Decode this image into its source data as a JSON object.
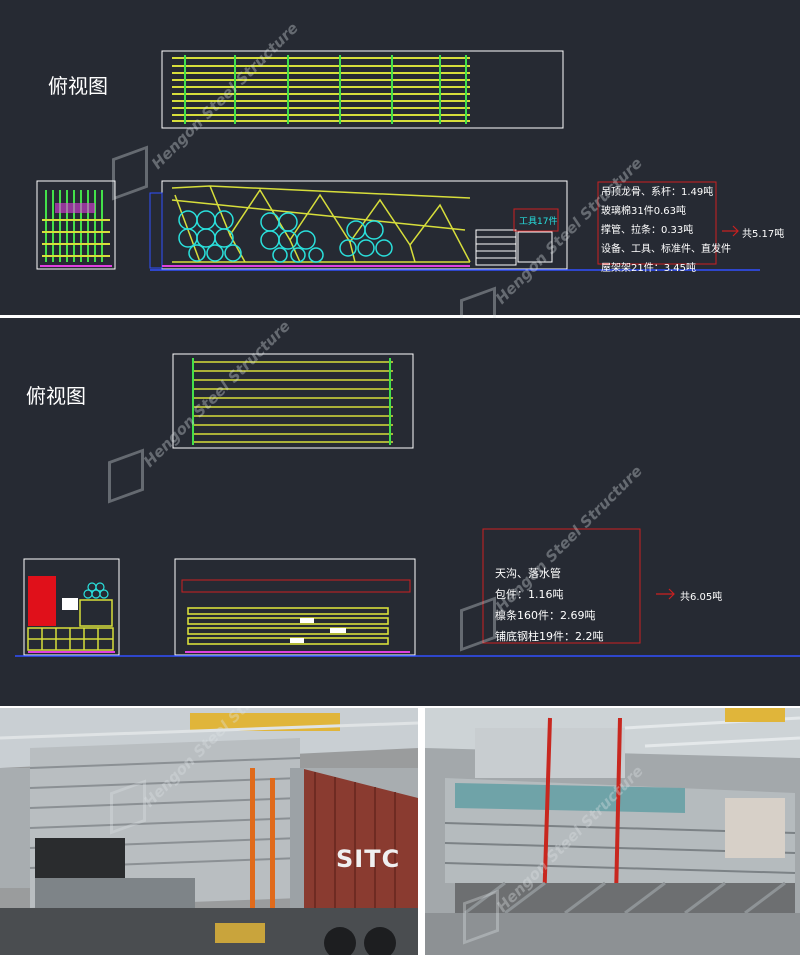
{
  "panel1": {
    "title": "俯视图",
    "notes": [
      "吊顶龙骨、系杆：1.49吨",
      "玻璃棉31件0.63吨",
      "撑管、拉条：0.33吨",
      "设备、工具、标准件、直发件",
      "屋架架21件：3.45吨"
    ],
    "tool_label": "工具17件",
    "total": "共5.17吨"
  },
  "panel2": {
    "title": "俯视图",
    "notes": [
      "天沟、落水管",
      "包件：1.16吨",
      "檩条160件：2.69吨",
      "铺底钢柱19件：2.2吨"
    ],
    "total": "共6.05吨"
  },
  "watermark": "Hengon Steel Structure",
  "photo1": {
    "container_text": "SITC"
  },
  "colors": {
    "cad_bg": "#262a33",
    "steel_yellow": "#d7de3b",
    "cad_green": "#43e04a",
    "cad_cyan": "#2ae0dc",
    "cad_red": "#cc2020",
    "cad_blue": "#3050ff",
    "cad_magenta": "#e040e0"
  }
}
